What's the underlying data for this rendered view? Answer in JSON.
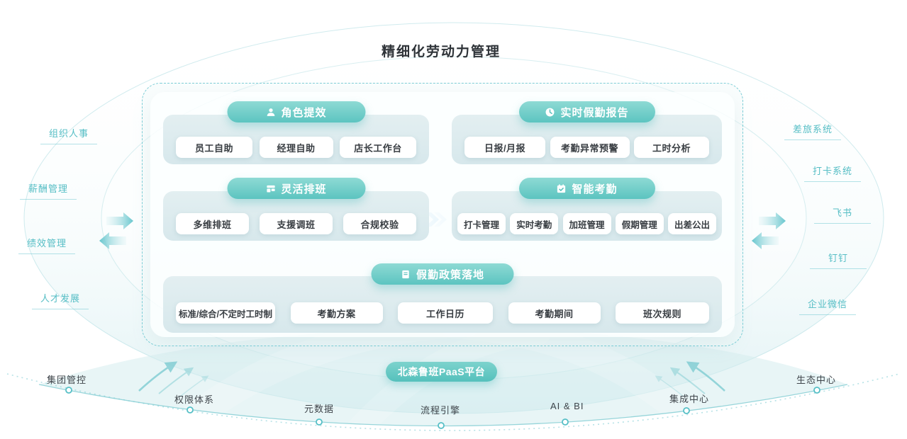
{
  "title": "精细化劳动力管理",
  "left_rail": {
    "items": [
      "组织人事",
      "薪酬管理",
      "绩效管理",
      "人才发展"
    ]
  },
  "right_rail": {
    "items": [
      "差旅系统",
      "打卡系统",
      "飞书",
      "钉钉",
      "企业微信"
    ]
  },
  "sections": [
    {
      "title": "角色提效",
      "icon": "user-icon",
      "items": [
        "员工自助",
        "经理自助",
        "店长工作台"
      ]
    },
    {
      "title": "实时假勤报告",
      "icon": "clock-icon",
      "items": [
        "日报/月报",
        "考勤异常预警",
        "工时分析"
      ]
    },
    {
      "title": "灵活排班",
      "icon": "board-icon",
      "items": [
        "多维排班",
        "支援调班",
        "合规校验"
      ]
    },
    {
      "title": "智能考勤",
      "icon": "calendar-check-icon",
      "items": [
        "打卡管理",
        "实时考勤",
        "加班管理",
        "假期管理",
        "出差公出"
      ]
    },
    {
      "title": "假勤政策落地",
      "icon": "document-icon",
      "items": [
        "标准/综合/不定时工时制",
        "考勤方案",
        "工作日历",
        "考勤期间",
        "班次规则"
      ]
    }
  ],
  "platform": {
    "badge": "北森鲁班PaaS平台",
    "nodes": [
      "集团管控",
      "权限体系",
      "元数据",
      "流程引擎",
      "AI & BI",
      "集成中心",
      "生态中心"
    ]
  },
  "colors": {
    "accent_teal": "#5cc4c0",
    "pill_gradient_top": "#8edad4",
    "pill_gradient_bottom": "#5cc4c0",
    "section_bg": "#dceaee",
    "dashed_border": "#6fc6cf",
    "rail_label": "#56bec5",
    "dark_text": "#33383d",
    "chevron_blue": "#8fcdf0",
    "node_stroke": "#56bfc6"
  }
}
